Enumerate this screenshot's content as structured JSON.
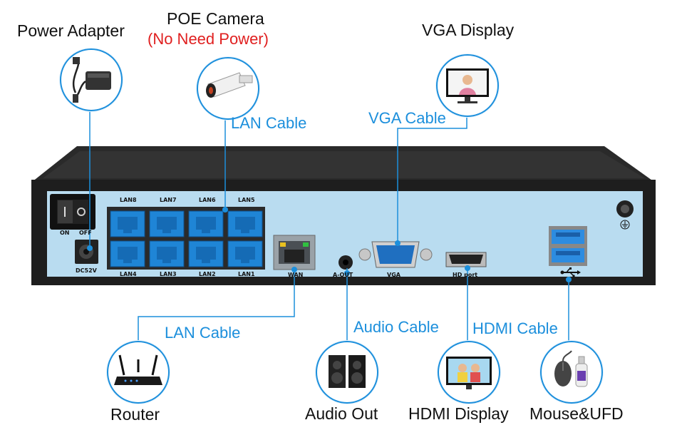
{
  "devices": {
    "power_adapter": "Power Adapter",
    "poe_camera": "POE Camera",
    "poe_camera_note": "(No Need Power)",
    "vga_display": "VGA Display",
    "router": "Router",
    "audio_out": "Audio Out",
    "hdmi_display": "HDMI Display",
    "mouse_ufd": "Mouse&UFD"
  },
  "cables": {
    "lan_top": "LAN Cable",
    "vga": "VGA Cable",
    "lan_bottom": "LAN Cable",
    "audio": "Audio Cable",
    "hdmi": "HDMI Cable"
  },
  "ports": {
    "lan_top": [
      "LAN8",
      "LAN7",
      "LAN6",
      "LAN5"
    ],
    "lan_bottom": [
      "LAN4",
      "LAN3",
      "LAN2",
      "LAN1"
    ],
    "on": "ON",
    "off": "OFF",
    "dc": "DC52V",
    "wan": "WAN",
    "audio": "A-OUT",
    "vga": "VGA",
    "hdmi": "HD port"
  },
  "colors": {
    "accent": "#1c8fdc",
    "warning": "#e02020",
    "panel": "#b9dcf0",
    "chassis": "#1e1e1e",
    "lan_port": "#1f85d6"
  }
}
